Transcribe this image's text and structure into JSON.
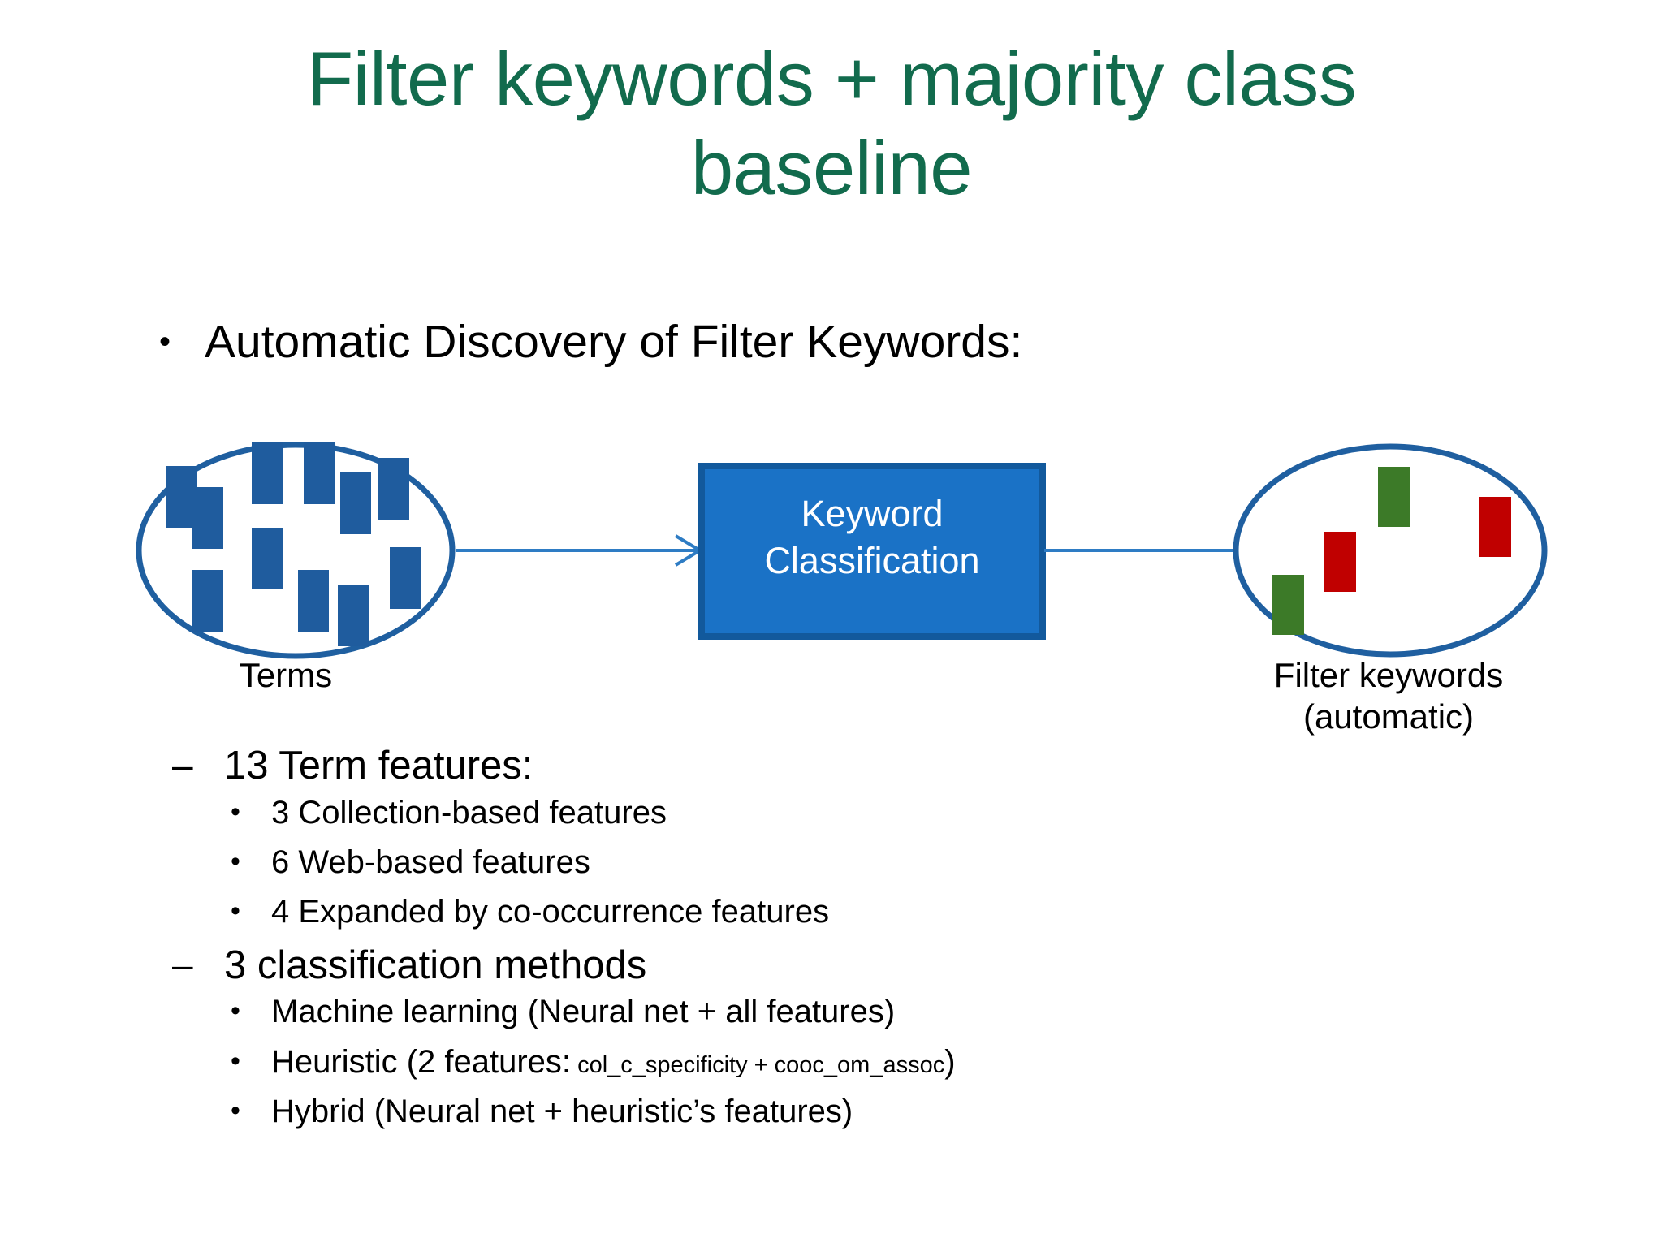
{
  "slide": {
    "title": "Filter keywords + majority class\nbaseline",
    "title_color": "#126B4D",
    "background": "#FFFFFF"
  },
  "main_bullet": {
    "marker": "•",
    "text": "Automatic Discovery of Filter Keywords:"
  },
  "diagram": {
    "source_node": {
      "label": "Terms",
      "shape": "ellipse",
      "stroke_color": "#1F5FA0",
      "item_color": "#1F5C9E",
      "item_count": 11
    },
    "process_node": {
      "label": "Keyword\nClassification",
      "shape": "rectangle",
      "fill_color": "#1A72C6",
      "border_color": "#12599C",
      "text_color": "#FFFFFF"
    },
    "target_node": {
      "label": "Filter keywords\n(automatic)",
      "shape": "ellipse",
      "stroke_color": "#1F5FA0",
      "green_color": "#3C7A28",
      "red_color": "#C00000",
      "green_count": 2,
      "red_count": 2
    },
    "arrow_color": "#2E7CC4",
    "arrow_count": 2
  },
  "sublist": [
    {
      "marker": "–",
      "text": "13 Term features:",
      "children": [
        {
          "marker": "•",
          "text": "3 Collection-based features"
        },
        {
          "marker": "•",
          "text": "6 Web-based features"
        },
        {
          "marker": "•",
          "text": "4 Expanded by co-occurrence features"
        }
      ]
    },
    {
      "marker": "–",
      "text": "3 classification methods",
      "children": [
        {
          "marker": "•",
          "text": "Machine learning (Neural net + all features)"
        },
        {
          "marker": "•",
          "text_prefix": "Heuristic  (2 features:",
          "text_small": " col_c_specificity + cooc_om_assoc",
          "text_suffix": ")"
        },
        {
          "marker": "•",
          "text": "Hybrid (Neural net + heuristic’s features)"
        }
      ]
    }
  ]
}
